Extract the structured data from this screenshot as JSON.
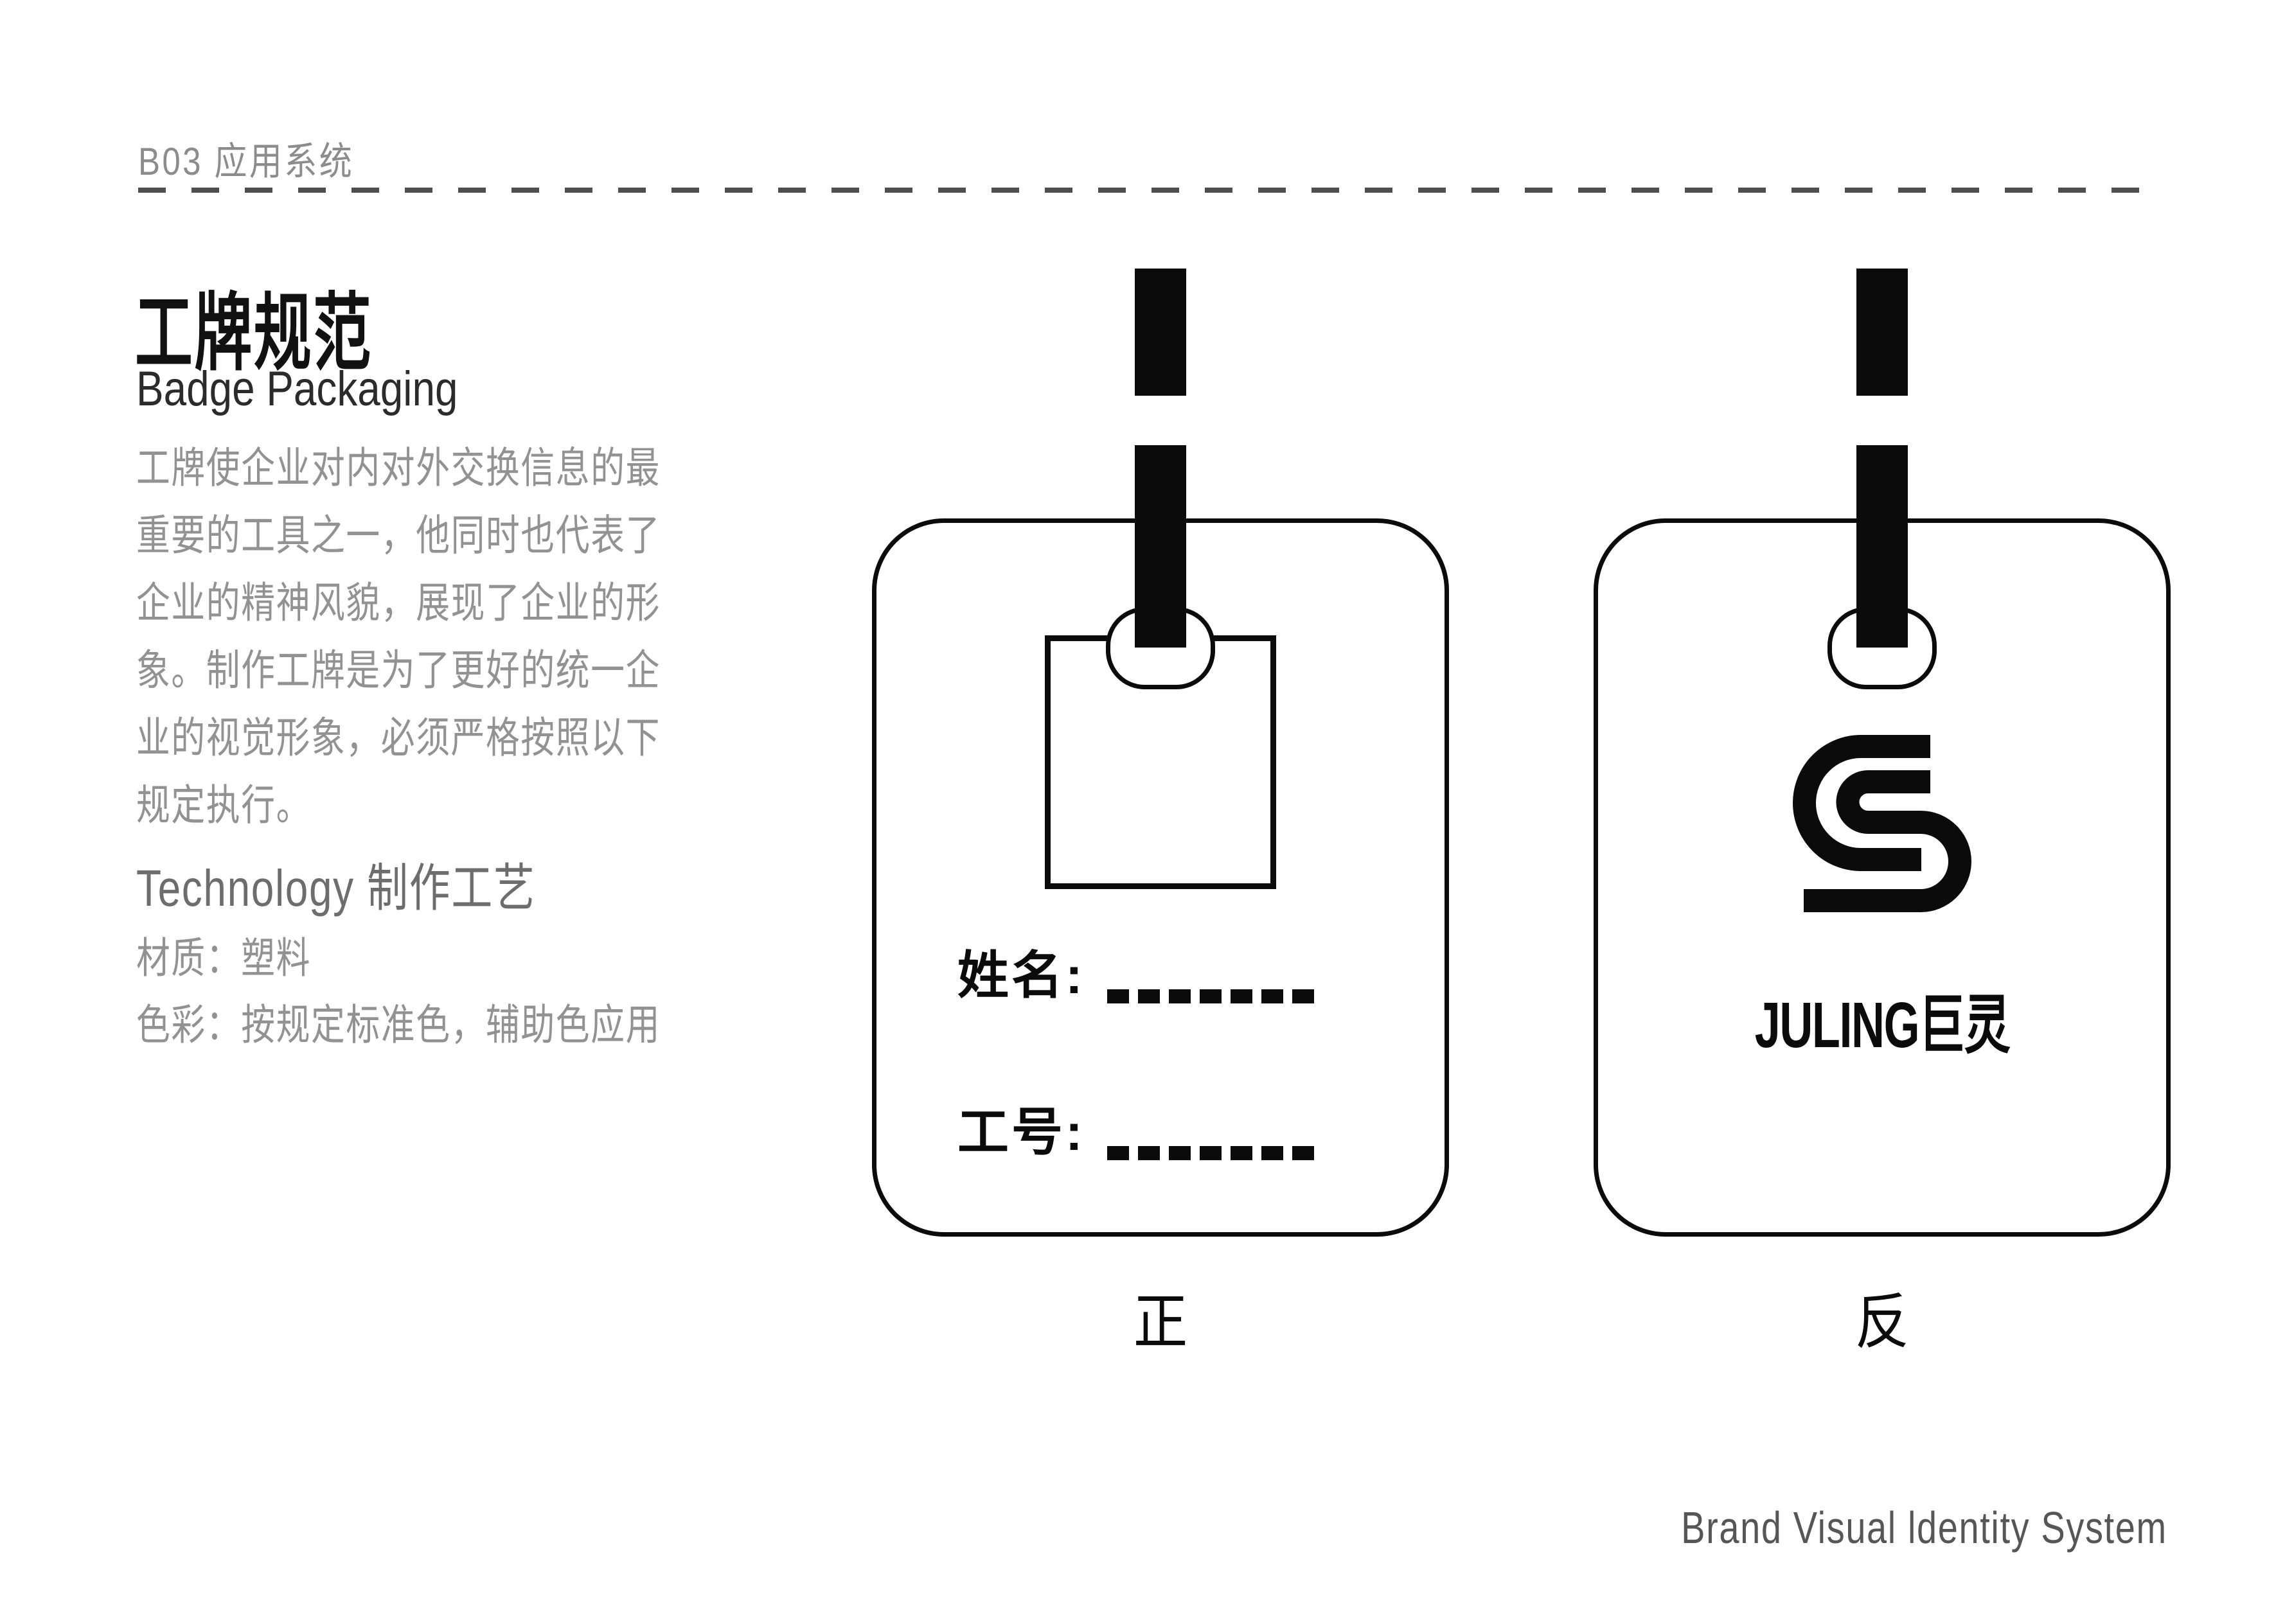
{
  "page": {
    "section_label": "B03 应用系统",
    "title_cn": "工牌规范",
    "title_en": "Badge Packaging",
    "intro_lines": [
      "工牌使企业对内对外交换信息的最",
      "重要的工具之一，他同时也代表了",
      "企业的精神风貌，展现了企业的形",
      "象。制作工牌是为了更好的统一企",
      "业的视觉形象，必须严格按照以下",
      "规定执行。"
    ],
    "tech_heading": "Technology 制作工艺",
    "material_line": "材质：塑料",
    "color_line": "色彩：按规定标准色，辅助色应用",
    "footer": "Brand Visual ldentity System"
  },
  "badges": {
    "front": {
      "name_label": "姓名:",
      "id_label": "工号:",
      "caption": "正"
    },
    "back": {
      "wordmark": "JULING巨灵",
      "caption": "反"
    }
  },
  "icons": {
    "logo": "cs-monogram-logo",
    "strap": "lanyard-strap",
    "buckle": "lanyard-buckle",
    "slot": "lanyard-slot",
    "photo": "photo-placeholder"
  },
  "colors": {
    "ink": "#0b0b0b",
    "text_gray": "#929292",
    "heading_gray": "#6d6d6d",
    "label_gray": "#8c8c8c",
    "footer_gray": "#565656",
    "line_gray": "#4f4f4f"
  }
}
